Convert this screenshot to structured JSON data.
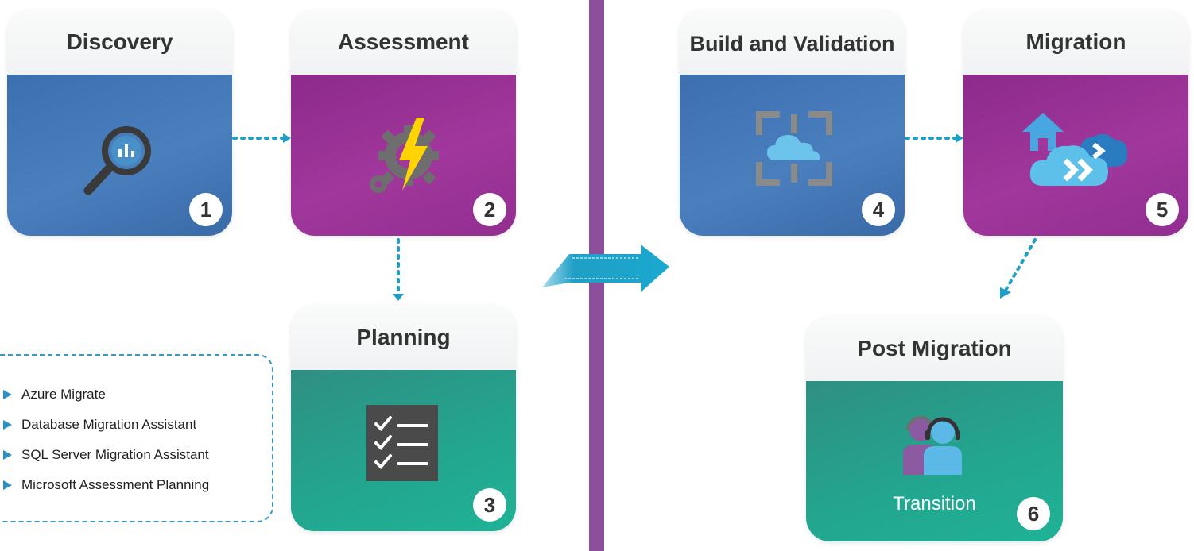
{
  "stages": [
    {
      "title": "Discovery",
      "number": "1"
    },
    {
      "title": "Assessment",
      "number": "2"
    },
    {
      "title": "Planning",
      "number": "3"
    },
    {
      "title": "Build and Validation",
      "number": "4"
    },
    {
      "title": "Migration",
      "number": "5"
    },
    {
      "title": "Post Migration",
      "number": "6",
      "caption": "Transition"
    }
  ],
  "tools": [
    "Azure Migrate",
    "Database Migration Assistant",
    "SQL Server Migration Assistant",
    "Microsoft Assessment Planning"
  ],
  "colors": {
    "blue": "#4a7fbe",
    "purple": "#a1379c",
    "green": "#23a58f",
    "divider": "#8b4f9c",
    "connector": "#1e9fc8",
    "dashed_border": "#3b98c4"
  },
  "icons": [
    "magnifier-chart-icon",
    "gears-lightning-icon",
    "checklist-icon",
    "cloud-frame-icon",
    "house-cloud-migration-icon",
    "support-agents-icon",
    "phase-arrow-icon"
  ]
}
